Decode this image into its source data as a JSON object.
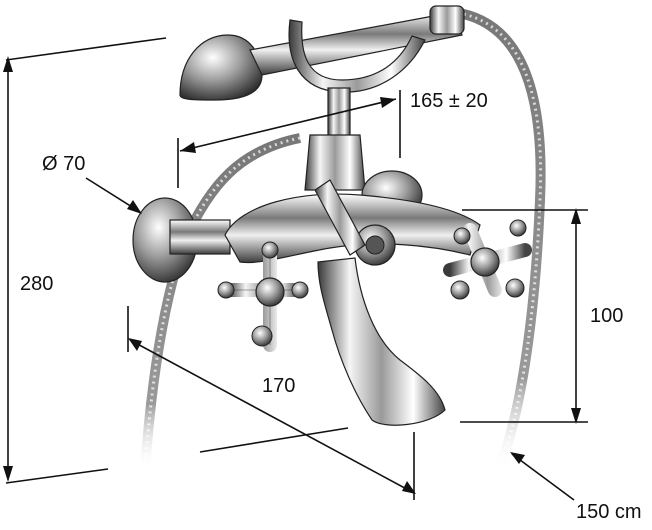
{
  "diagram": {
    "labels": {
      "diameter": "Ø 70",
      "hose_length": "150 cm",
      "center_distance": "165 ± 20",
      "total_height": "280",
      "spout_height": "100",
      "spout_projection": "170"
    },
    "colors": {
      "chrome_dark": "#2a2a2a",
      "chrome_mid": "#8a8a8a",
      "chrome_light": "#f4f4f4",
      "line": "#111111"
    }
  }
}
